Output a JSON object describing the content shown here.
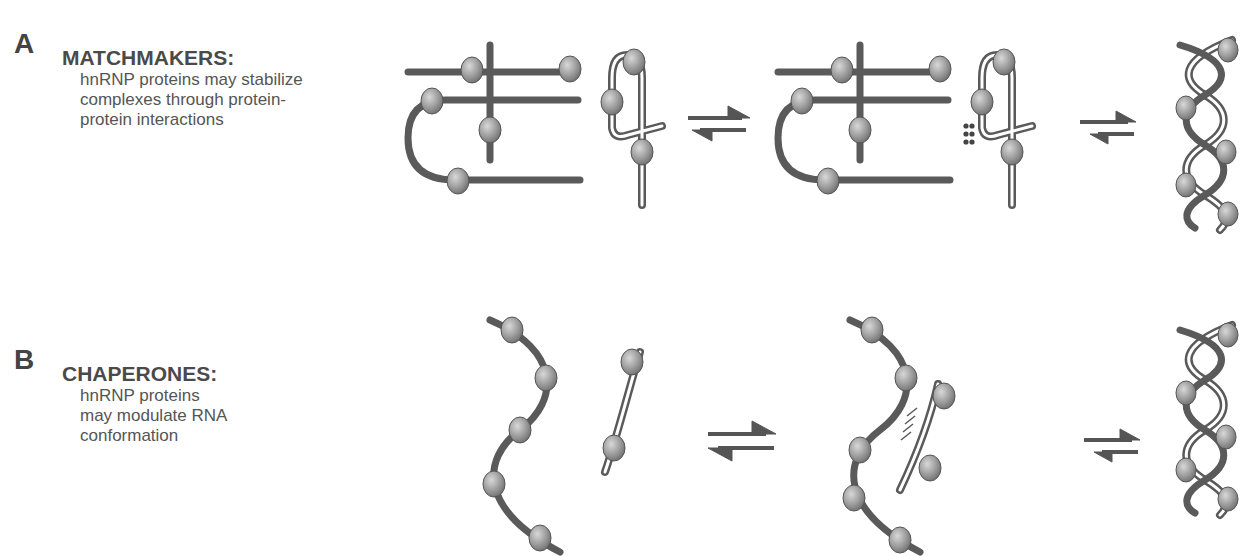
{
  "diagram": {
    "labels": [
      "A",
      "MATCHMAKERS:",
      "hnRNP proteins may stabilize complexes through protein-protein interactions",
      "B",
      "CHAPERONES:",
      "hnRNP proteins may modulate RNA conformation"
    ]
  }
}
